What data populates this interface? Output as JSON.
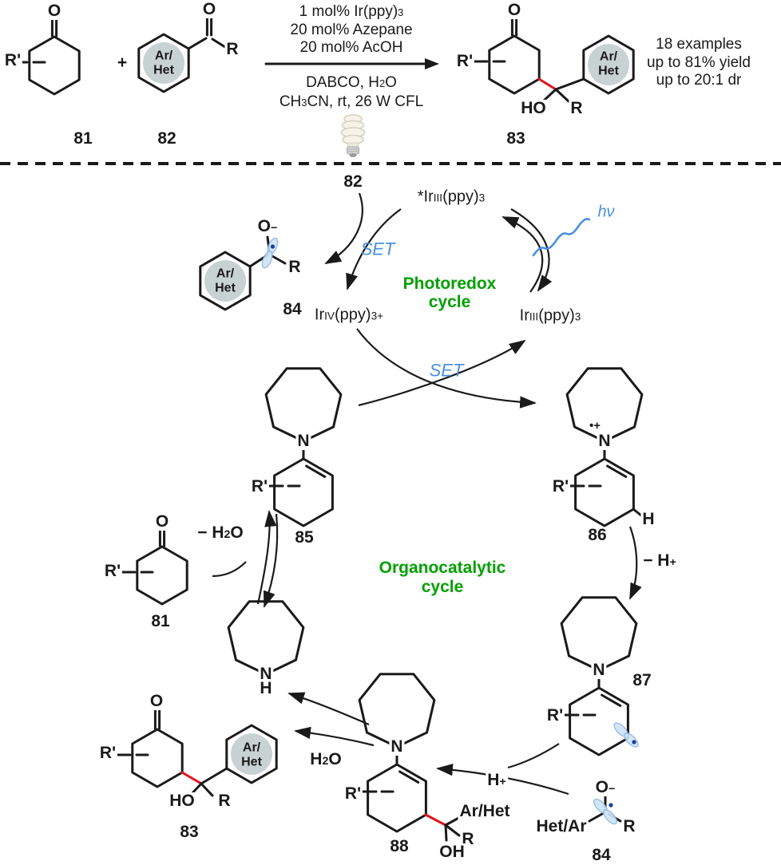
{
  "colors": {
    "line": "#1a1a1a",
    "red_bond": "#e3131b",
    "green": "#00a000",
    "blue": "#4a90e2",
    "orbital_fill": "#cfe4f6",
    "orbital_stroke": "#8ab6e6",
    "radical_dot": "#1c3e9e",
    "ring_circle": "#c9d2d2"
  },
  "scheme": {
    "plus": "+",
    "conditions_above": [
      [
        "1 mol% Ir(ppy)",
        {
          "sub": "3"
        }
      ],
      [
        "20 mol% Azepane"
      ],
      [
        "20 mol% AcOH"
      ]
    ],
    "conditions_below": [
      [
        "DABCO, H",
        {
          "sub": "2"
        },
        "O"
      ],
      [
        "CH",
        {
          "sub": "3"
        },
        "CN, rt, 26 W CFL"
      ]
    ],
    "results": [
      "18 examples",
      "up to 81% yield",
      "up to 20:1 dr"
    ]
  },
  "photoredox": {
    "title_line1": "Photoredox",
    "title_line2": "cycle",
    "set": "SET",
    "hv": "hν",
    "ir_excited": [
      "*Ir",
      {
        "sup": "III"
      },
      "(ppy)",
      {
        "sub": "3"
      }
    ],
    "ir_iv": [
      "Ir",
      {
        "sup": "IV"
      },
      "(ppy)",
      {
        "sub": "3"
      },
      {
        "sup": "+"
      }
    ],
    "ir_iii": [
      "Ir",
      {
        "sup": "III"
      },
      "(ppy)",
      {
        "sub": "3"
      }
    ]
  },
  "organo": {
    "title_line1": "Organocatalytic",
    "title_line2": "cycle",
    "minus_h2o": [
      "− H",
      {
        "sub": "2"
      },
      "O"
    ],
    "h2o": [
      "H",
      {
        "sub": "2"
      },
      "O"
    ],
    "minus_h_plus": [
      "− H",
      {
        "sup": "+"
      }
    ],
    "h_plus": [
      "H",
      {
        "sup": "+"
      }
    ]
  },
  "atoms": {
    "o": "O",
    "o_minus": [
      "O",
      {
        "sup": "−"
      }
    ],
    "n": "N",
    "h": "H",
    "r": "R",
    "r_prime": "R'",
    "ho": "HO",
    "oh": "OH",
    "radical_cation": "•+",
    "ar_line1": "Ar/",
    "ar_line2": "Het",
    "ar_het": "Ar/Het",
    "het_ar": "Het/Ar"
  },
  "compounds": {
    "c81": "81",
    "c82": "82",
    "c83": "83",
    "c84": "84",
    "c85": "85",
    "c86": "86",
    "c87": "87",
    "c88": "88"
  }
}
